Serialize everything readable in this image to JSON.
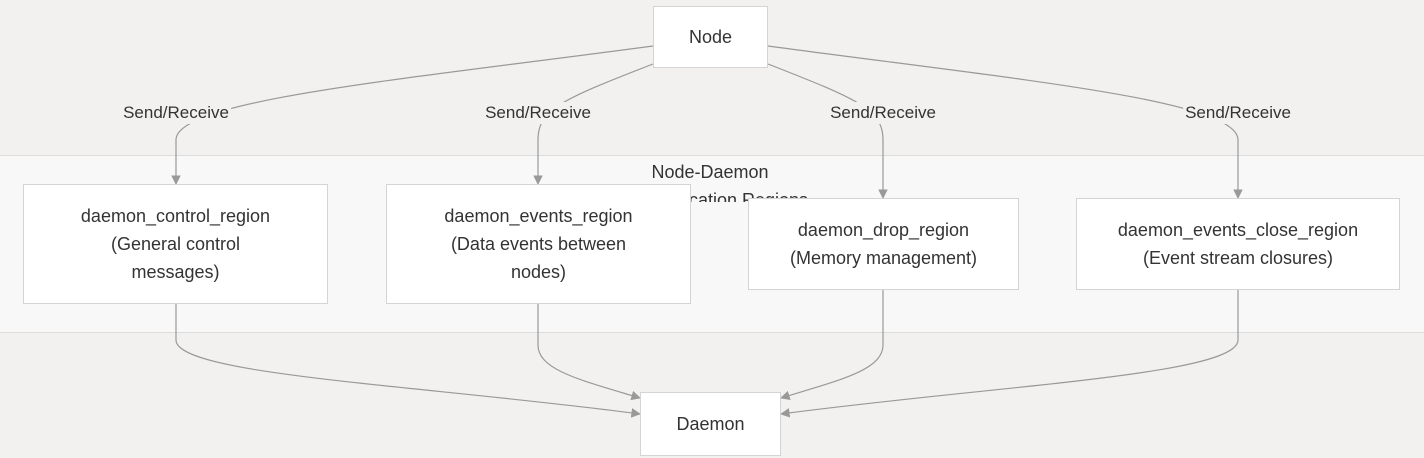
{
  "colors": {
    "background": "#f2f1ef",
    "cluster_fill": "#f8f8f8",
    "node_fill": "#ffffff",
    "node_border": "#d4d4d4",
    "edge": "#999999",
    "text": "#333333"
  },
  "nodes": {
    "node": "Node",
    "daemon": "Daemon"
  },
  "cluster": {
    "label": "Node-Daemon\nCommunication Regions"
  },
  "regions": [
    {
      "name": "daemon_control_region",
      "desc_line1": "(General control",
      "desc_line2": "messages)"
    },
    {
      "name": "daemon_events_region",
      "desc_line1": "(Data events between",
      "desc_line2": "nodes)"
    },
    {
      "name": "daemon_drop_region",
      "desc_line1": "(Memory management)"
    },
    {
      "name": "daemon_events_close_region",
      "desc_line1": "(Event stream closures)"
    }
  ],
  "edge_labels": [
    "Send/Receive",
    "Send/Receive",
    "Send/Receive",
    "Send/Receive"
  ]
}
